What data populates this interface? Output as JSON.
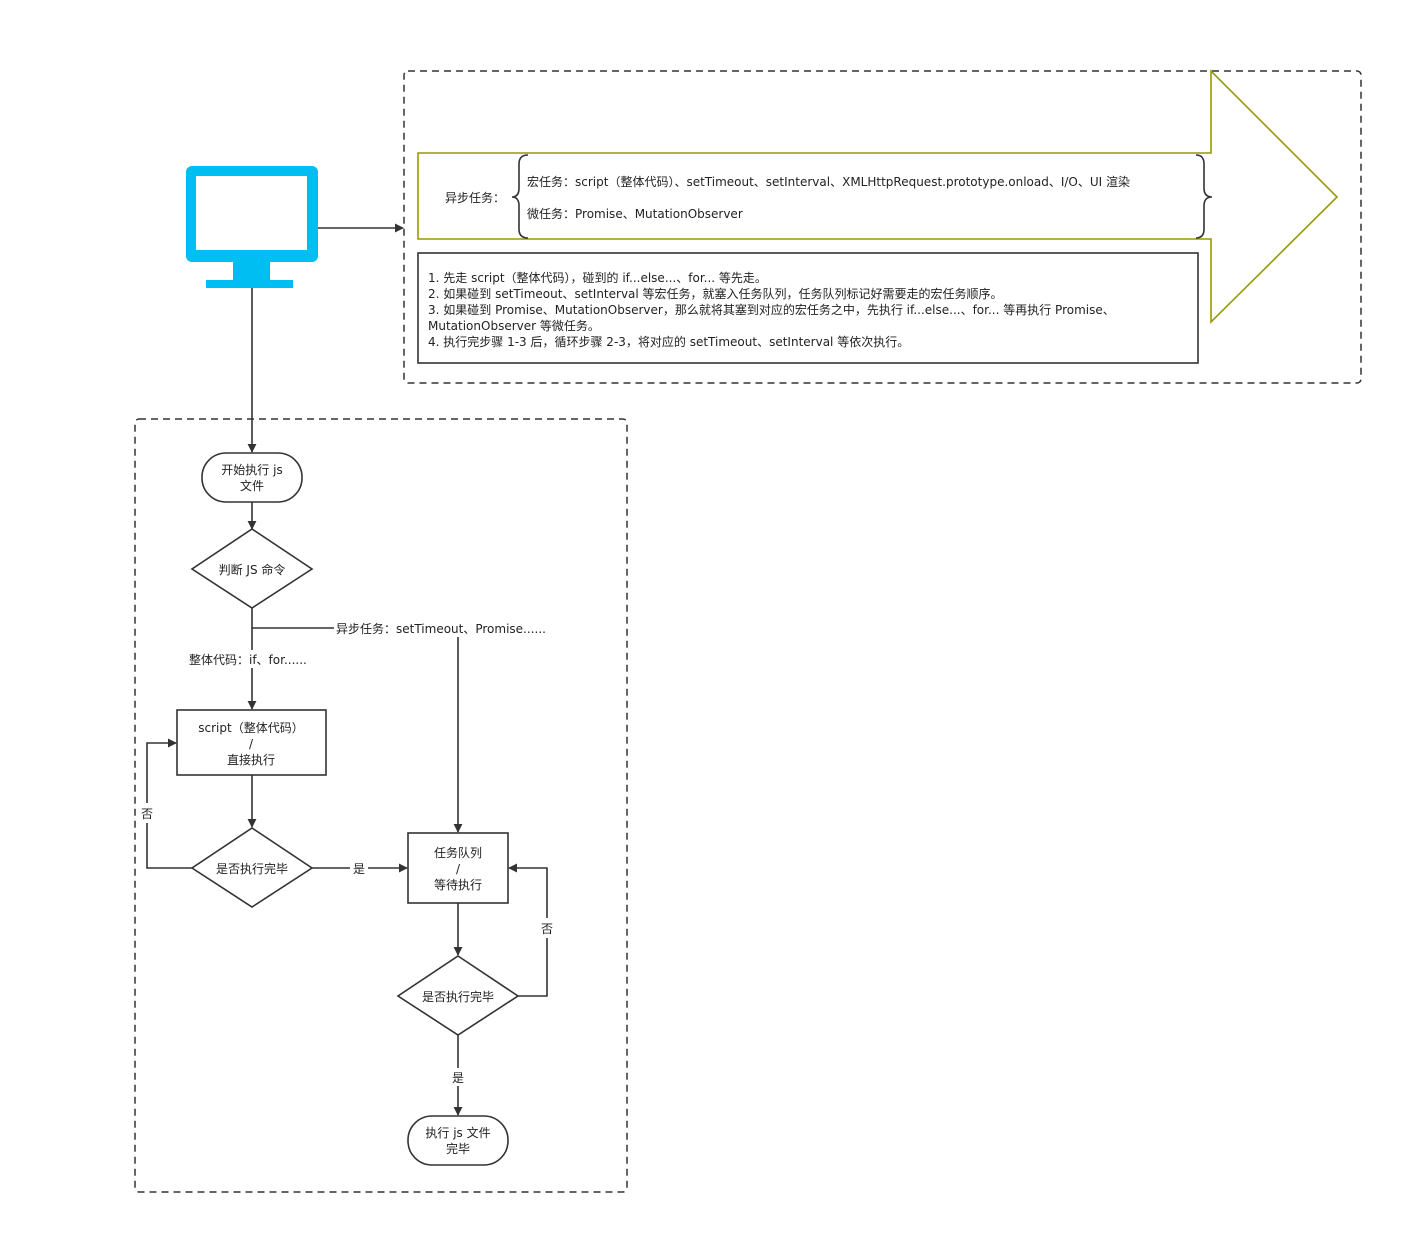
{
  "colors": {
    "monitor": "#00bef2",
    "big_arrow": "#999900",
    "stroke": "#333333"
  },
  "icons": {
    "monitor": "monitor-icon"
  },
  "async_panel": {
    "label": "异步任务：",
    "macro": "宏任务：script（整体代码）、setTimeout、setInterval、XMLHttpRequest.prototype.onload、I/O、UI 渲染",
    "micro": "微任务：Promise、MutationObserver"
  },
  "steps": [
    "1. 先走 script（整体代码），碰到的 if...else...、for... 等先走。",
    "2. 如果碰到 setTimeout、setInterval 等宏任务，就塞入任务队列，任务队列标记好需要走的宏任务顺序。",
    "3. 如果碰到 Promise、MutationObserver，那么就将其塞到对应的宏任务之中，先执行 if...else...、for... 等再执行 Promise、",
    "MutationObserver 等微任务。",
    "4. 执行完步骤 1-3 后，循环步骤 2-3，将对应的 setTimeout、setInterval 等依次执行。"
  ],
  "flow": {
    "start": [
      "开始执行 js",
      "文件"
    ],
    "judge": "判断 JS 命令",
    "branch_async": "异步任务：setTimeout、Promise......",
    "branch_sync": "整体代码：if、for......",
    "script_box": [
      "script（整体代码）",
      "/",
      "直接执行"
    ],
    "check1": "是否执行完毕",
    "no1": "否",
    "yes1": "是",
    "queue_box": [
      "任务队列",
      "/",
      "等待执行"
    ],
    "check2": "是否执行完毕",
    "no2": "否",
    "yes2": "是",
    "end": [
      "执行 js 文件",
      "完毕"
    ]
  }
}
